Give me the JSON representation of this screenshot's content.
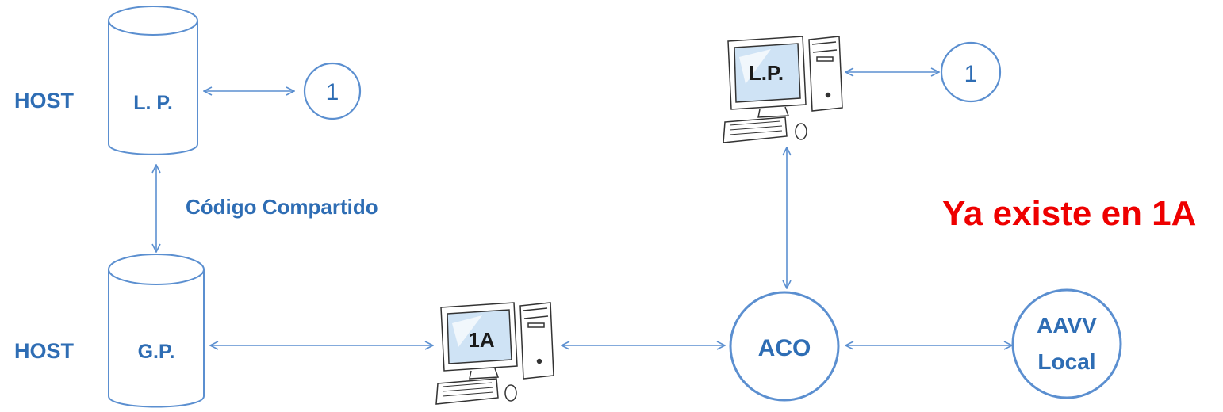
{
  "colors": {
    "stroke": "#5b8fd0",
    "text_blue": "#2e6db4",
    "text_dark": "#1a1a1a",
    "alert_red": "#ee0000",
    "screen_fill": "#cfe3f5"
  },
  "labels": {
    "host_top": "HOST",
    "host_bottom": "HOST",
    "db_lp": "L. P.",
    "db_gp": "G.P.",
    "code_share": "Código Compartido",
    "circle_one_left": "1",
    "circle_one_right": "1",
    "pc_lp": "L.P.",
    "pc_1a": "1A",
    "aco": "ACO",
    "aavv_line1": "AAVV",
    "aavv_line2": "Local",
    "alert": "Ya existe en 1A"
  },
  "icons": {
    "db_top": "database-cylinder-icon",
    "db_bottom": "database-cylinder-icon",
    "pc_top": "desktop-computer-icon",
    "pc_bottom": "desktop-computer-icon"
  }
}
